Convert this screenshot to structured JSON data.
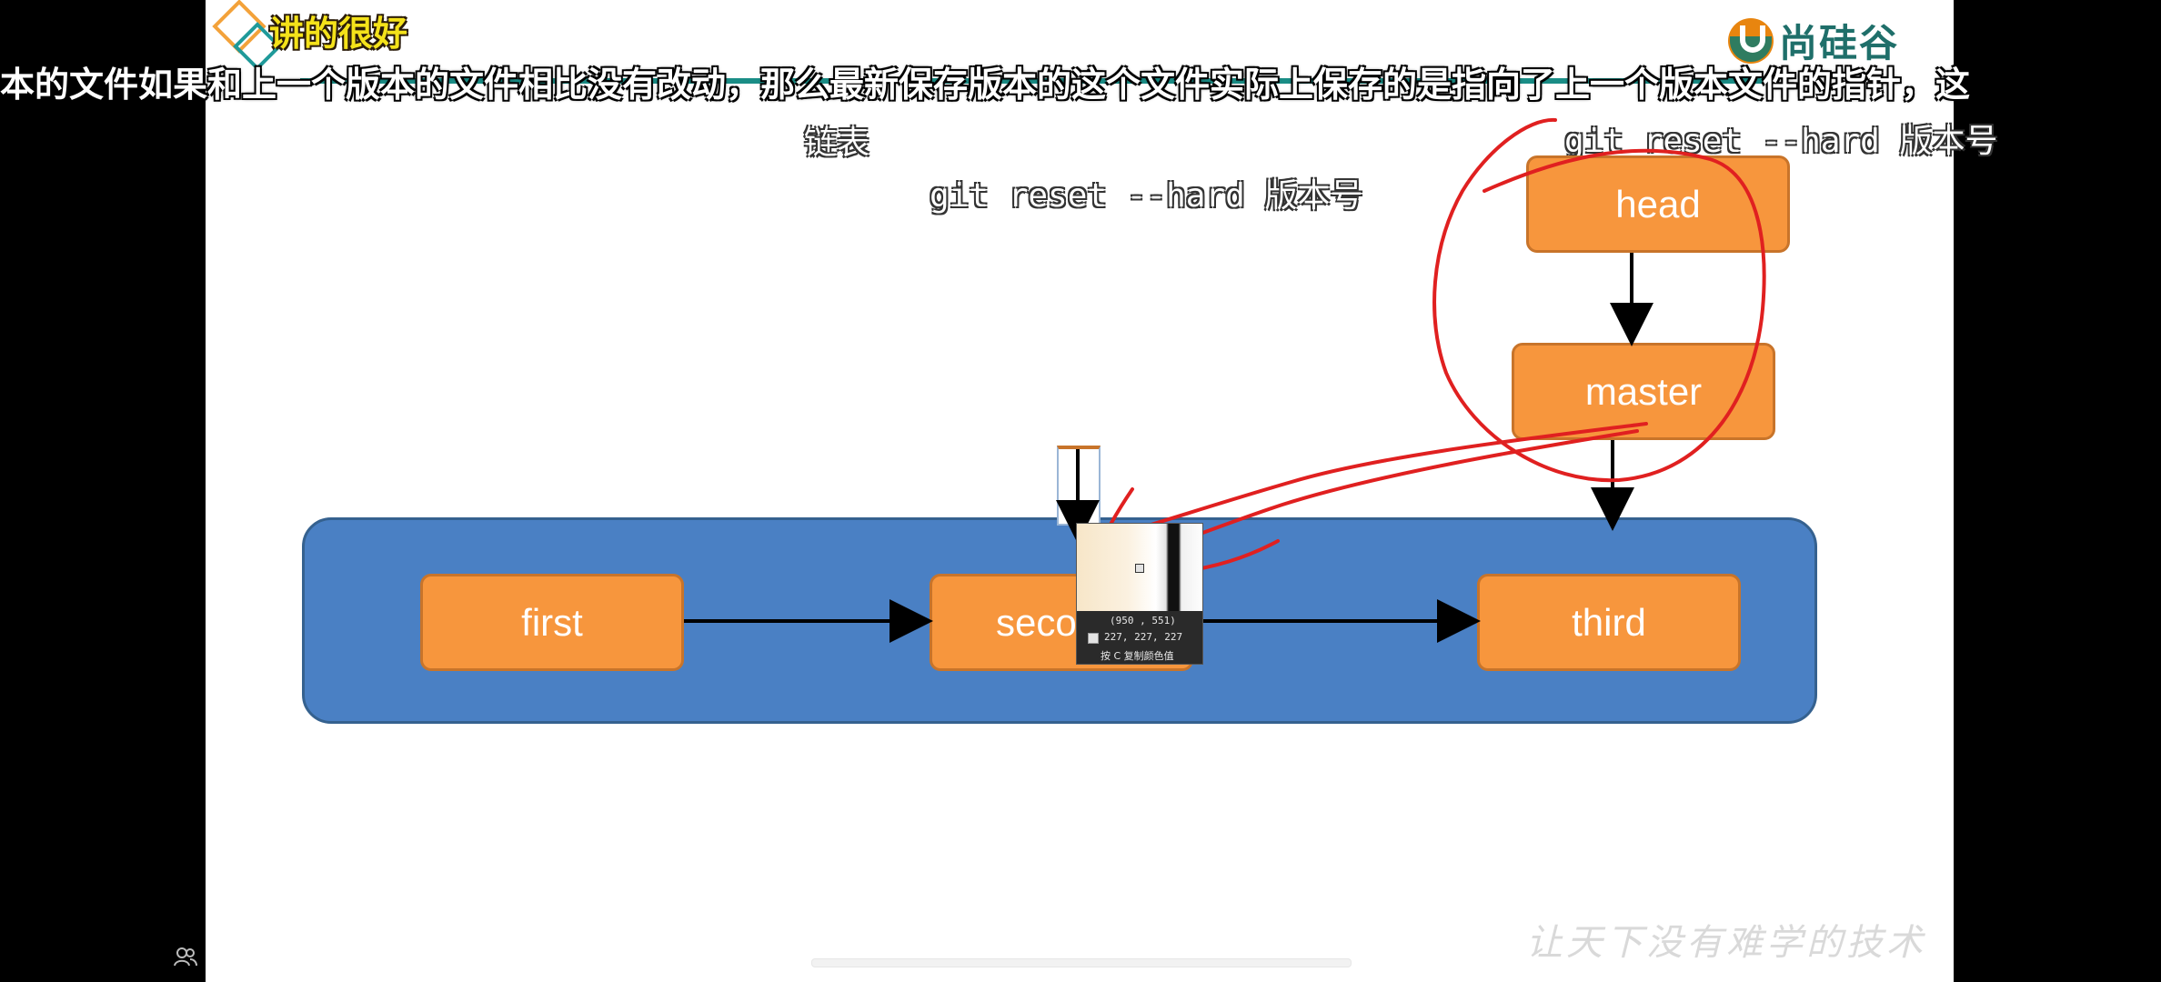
{
  "badge": {
    "text": "讲的很好"
  },
  "logo": {
    "text": "尚硅谷"
  },
  "subtitle": {
    "text": "本的文件如果和上一个版本的文件相比没有改动，那么最新保存版本的这个文件实际上保存的是指向了上一个版本文件的指针，这"
  },
  "slide": {
    "linked_list_label": "链表",
    "command_top": "git reset --hard 版本号",
    "command_mid": "git reset --hard 版本号"
  },
  "diagram": {
    "nodes": {
      "first": "first",
      "second": "seco",
      "third": "third",
      "head": "head",
      "master": "master"
    }
  },
  "color_picker": {
    "coords": "(950 , 551)",
    "rgb": "227, 227, 227",
    "hint": "按 C 复制颜色值"
  },
  "watermark": {
    "text": "让天下没有难学的技术"
  },
  "colors": {
    "node_fill": "#f7963d",
    "container_fill": "#4a80c4",
    "annotation_red": "#e02020",
    "badge_yellow": "#f4e21a",
    "teal": "#1a8d86"
  }
}
